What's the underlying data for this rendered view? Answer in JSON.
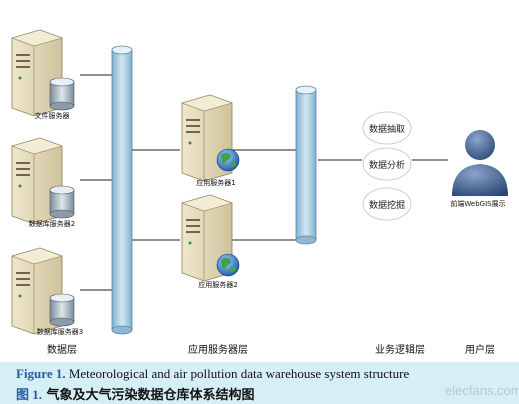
{
  "nodes": {
    "file_server": "文件服务器",
    "db_server_2": "数据库服务器2",
    "db_server_3": "数据库服务器3",
    "app_server_1": "应用服务器1",
    "app_server_2": "应用服务器2",
    "extract": "数据抽取",
    "analyze": "数据分析",
    "mining": "数据挖掘",
    "webgis": "前端WebGIS展示"
  },
  "layers": {
    "data": "数据层",
    "app_server": "应用服务器层",
    "business_logic": "业务逻辑层",
    "user": "用户层"
  },
  "caption": {
    "label_en": "Figure 1.",
    "text_en": "Meteorological and air pollution data warehouse system structure",
    "label_zh": "图 1.",
    "text_zh": "气象及大气污染数据仓库体系结构图"
  },
  "watermark": "elecfans.com",
  "colors": {
    "pipe": "#a9cfe6",
    "server": "#e3d9b8",
    "caption_bg": "#d6eef5",
    "globe": "#2e7a3d",
    "user": "#3b5b8f"
  }
}
